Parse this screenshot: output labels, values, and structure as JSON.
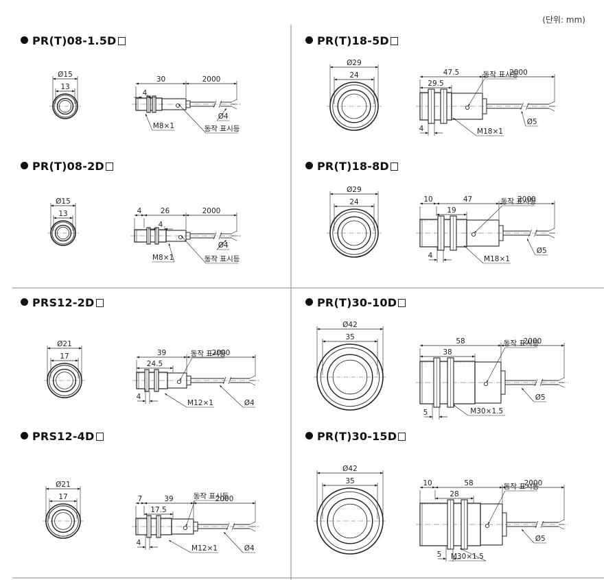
{
  "unit_note": "(단위: mm)",
  "products": [
    {
      "id": "pr08-15",
      "model": "PR(T)08-1.5D",
      "front": {
        "outer": "Ø15",
        "inner": "13"
      },
      "side": {
        "body_len": "30",
        "cable_len": "2000",
        "thread_seg": "4",
        "thread": "M8×1",
        "cable_dia": "Ø4",
        "indicator": "동작 표시등"
      }
    },
    {
      "id": "pr08-2",
      "model": "PR(T)08-2D",
      "front": {
        "outer": "Ø15",
        "inner": "13"
      },
      "side": {
        "protrusion": "4",
        "body_len": "26",
        "cable_len": "2000",
        "thread_seg": "4",
        "thread": "M8×1",
        "cable_dia": "Ø4",
        "indicator": "동작 표시등"
      }
    },
    {
      "id": "pr18-5",
      "model": "PR(T)18-5D",
      "front": {
        "outer": "Ø29",
        "inner": "24"
      },
      "side": {
        "body_len": "47.5",
        "cable_len": "2000",
        "thread_len": "29.5",
        "nut_thick": "4",
        "thread": "M18×1",
        "cable_dia": "Ø5",
        "indicator": "동작 표시등"
      }
    },
    {
      "id": "pr18-8",
      "model": "PR(T)18-8D",
      "front": {
        "outer": "Ø29",
        "inner": "24"
      },
      "side": {
        "body_len": "47",
        "cable_len": "2000",
        "protrusion": "10",
        "thread_len": "19",
        "nut_thick": "4",
        "thread": "M18×1",
        "cable_dia": "Ø5",
        "indicator": "동작 표시등"
      }
    },
    {
      "id": "prs12-2",
      "model": "PRS12-2D",
      "front": {
        "outer": "Ø21",
        "inner": "17"
      },
      "side": {
        "body_len": "39",
        "cable_len": "2000",
        "thread_len": "24.5",
        "nut_thick": "4",
        "thread": "M12×1",
        "cable_dia": "Ø4",
        "indicator": "동작 표시등"
      }
    },
    {
      "id": "pr30-10",
      "model": "PR(T)30-10D",
      "front": {
        "outer": "Ø42",
        "inner": "35"
      },
      "side": {
        "body_len": "58",
        "cable_len": "2000",
        "thread_len": "38",
        "nut_thick": "5",
        "thread": "M30×1.5",
        "cable_dia": "Ø5",
        "indicator": "동작 표시등"
      }
    },
    {
      "id": "prs12-4",
      "model": "PRS12-4D",
      "front": {
        "outer": "Ø21",
        "inner": "17"
      },
      "side": {
        "body_len": "39",
        "cable_len": "2000",
        "protrusion": "7",
        "thread_len": "17.5",
        "nut_thick": "4",
        "thread": "M12×1",
        "cable_dia": "Ø4",
        "indicator": "동작 표시등"
      }
    },
    {
      "id": "pr30-15",
      "model": "PR(T)30-15D",
      "front": {
        "outer": "Ø42",
        "inner": "35"
      },
      "side": {
        "body_len": "58",
        "cable_len": "2000",
        "protrusion": "10",
        "thread_len": "28",
        "nut_thick": "5",
        "thread": "M30×1.5",
        "cable_dia": "Ø5",
        "indicator": "동작 표시등"
      }
    }
  ]
}
